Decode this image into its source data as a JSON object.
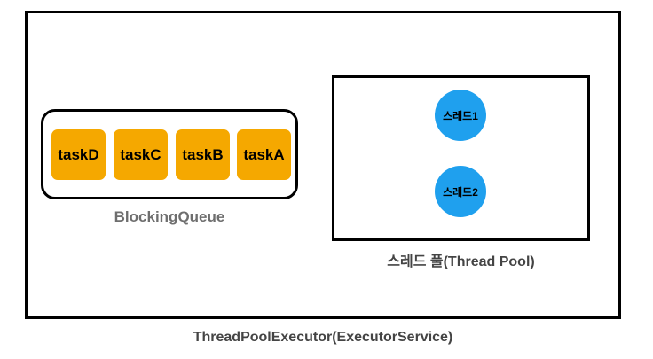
{
  "executor": {
    "label": "ThreadPoolExecutor(ExecutorService)"
  },
  "queue": {
    "label": "BlockingQueue",
    "tasks": [
      "taskD",
      "taskC",
      "taskB",
      "taskA"
    ]
  },
  "pool": {
    "label": "스레드 풀(Thread Pool)",
    "threads": [
      "스레드1",
      "스레드2"
    ]
  },
  "colors": {
    "task": "#F5A800",
    "thread": "#1FA0EE",
    "border": "#000000",
    "label": "#444444"
  }
}
